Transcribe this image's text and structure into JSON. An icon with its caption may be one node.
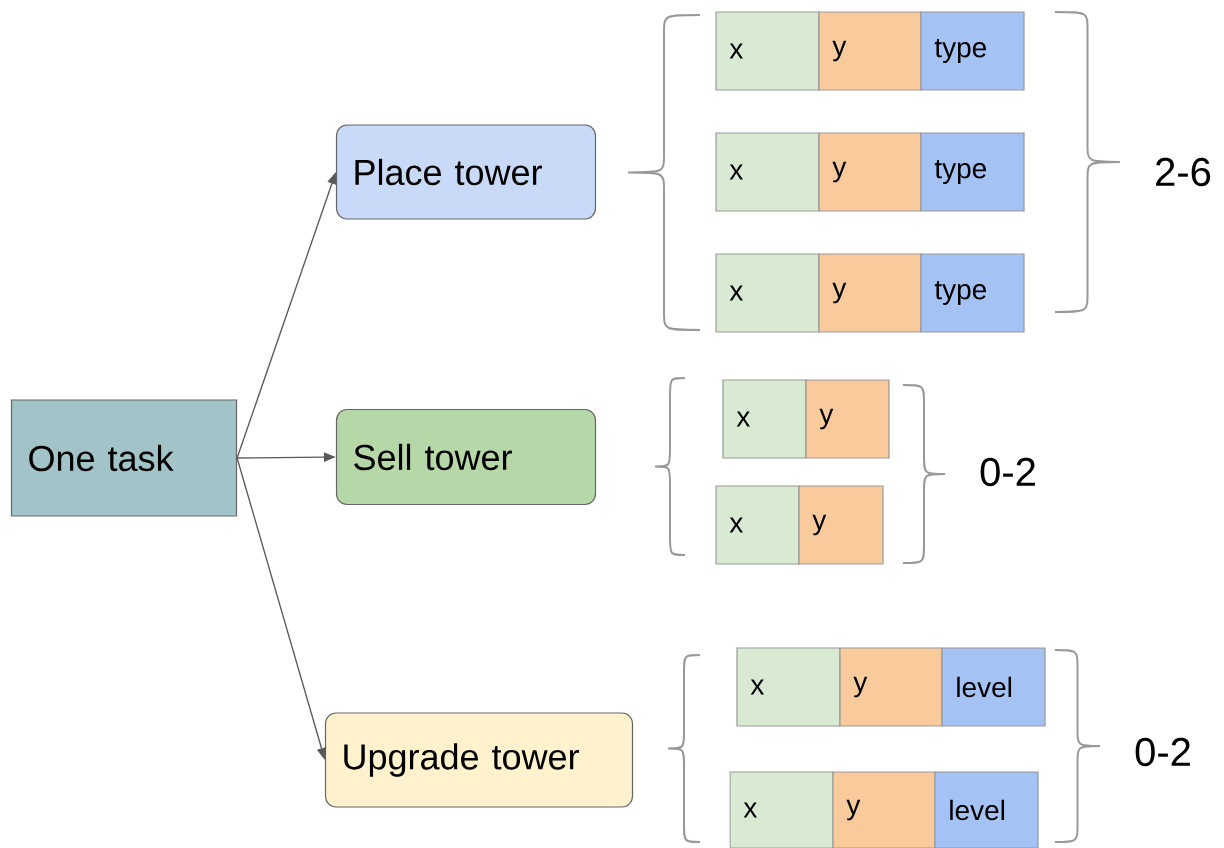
{
  "diagram": {
    "nodes": [
      {
        "text": [
          "One task"
        ]
      },
      {
        "text": [
          "Place tower"
        ]
      },
      {
        "text": [
          "Sell tower"
        ]
      },
      {
        "text": [
          "Upgrade tower"
        ]
      },
      {
        "text": [
          "x"
        ]
      },
      {
        "text": [
          "y"
        ]
      },
      {
        "text": [
          "type"
        ]
      },
      {
        "text": [
          "x"
        ]
      },
      {
        "text": [
          "y"
        ]
      },
      {
        "text": [
          "type"
        ]
      },
      {
        "text": [
          "x"
        ]
      },
      {
        "text": [
          "y"
        ]
      },
      {
        "text": [
          "type"
        ]
      },
      {
        "text": [
          "x"
        ]
      },
      {
        "text": [
          "y"
        ]
      },
      {
        "text": [
          "x"
        ]
      },
      {
        "text": [
          "y"
        ]
      },
      {
        "text": [
          "x"
        ]
      },
      {
        "text": [
          "y"
        ]
      },
      {
        "text": [
          "level"
        ]
      },
      {
        "text": [
          "x"
        ]
      },
      {
        "text": [
          "y"
        ]
      },
      {
        "text": [
          "level"
        ]
      }
    ],
    "edges": [
      {
        "from": 0,
        "to": 1,
        "arrow": "to"
      },
      {
        "from": 0,
        "to": 2,
        "arrow": "to"
      },
      {
        "from": 0,
        "to": 3,
        "arrow": "to"
      }
    ],
    "labels": [
      "2-6",
      "0-2",
      "0-2"
    ]
  }
}
